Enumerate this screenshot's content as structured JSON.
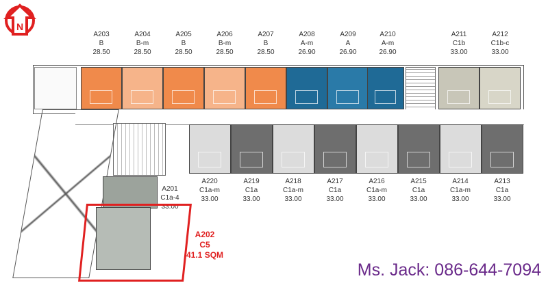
{
  "logo": {
    "letter": "N",
    "color": "#e02020"
  },
  "top_units": [
    {
      "id": "A203",
      "type": "B",
      "area": "28.50",
      "color": "#f08a4b"
    },
    {
      "id": "A204",
      "type": "B-m",
      "area": "28.50",
      "color": "#f6b48a"
    },
    {
      "id": "A205",
      "type": "B",
      "area": "28.50",
      "color": "#f08a4b"
    },
    {
      "id": "A206",
      "type": "B-m",
      "area": "28.50",
      "color": "#f6b48a"
    },
    {
      "id": "A207",
      "type": "B",
      "area": "28.50",
      "color": "#f08a4b"
    },
    {
      "id": "A208",
      "type": "A-m",
      "area": "26.90",
      "color": "#1f6a96"
    },
    {
      "id": "A209",
      "type": "A",
      "area": "26.90",
      "color": "#2a7aa8"
    },
    {
      "id": "A210",
      "type": "A-m",
      "area": "26.90",
      "color": "#1f6a96"
    },
    {
      "id": "A211",
      "type": "C1b",
      "area": "33.00",
      "color": "#c8c6b8"
    },
    {
      "id": "A212",
      "type": "C1b-c",
      "area": "33.00",
      "color": "#d8d6c8"
    }
  ],
  "bottom_units": [
    {
      "id": "A220",
      "type": "C1a-m",
      "area": "33.00",
      "color": "#dcdcdc"
    },
    {
      "id": "A219",
      "type": "C1a",
      "area": "33.00",
      "color": "#6e6e6e"
    },
    {
      "id": "A218",
      "type": "C1a-m",
      "area": "33.00",
      "color": "#dcdcdc"
    },
    {
      "id": "A217",
      "type": "C1a",
      "area": "33.00",
      "color": "#6e6e6e"
    },
    {
      "id": "A216",
      "type": "C1a-m",
      "area": "33.00",
      "color": "#dcdcdc"
    },
    {
      "id": "A215",
      "type": "C1a",
      "area": "33.00",
      "color": "#6e6e6e"
    },
    {
      "id": "A214",
      "type": "C1a-m",
      "area": "33.00",
      "color": "#dcdcdc"
    },
    {
      "id": "A213",
      "type": "C1a",
      "area": "33.00",
      "color": "#6e6e6e"
    }
  ],
  "a201": {
    "id": "A201",
    "type": "C1a-4",
    "area": "33.00"
  },
  "a202": {
    "id": "A202",
    "type": "C5",
    "area": "41.1 SQM"
  },
  "contact": "Ms. Jack: 086-644-7094"
}
